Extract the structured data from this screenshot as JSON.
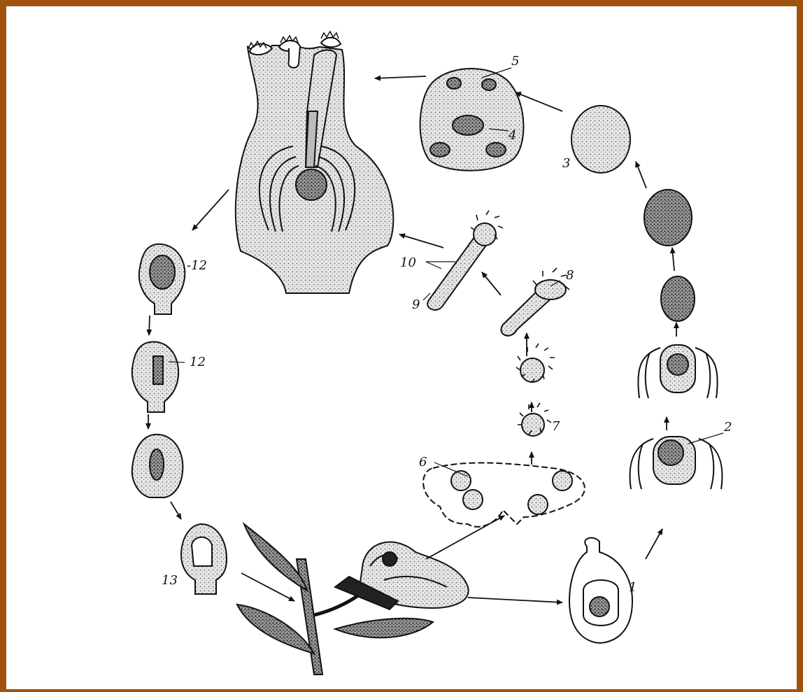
{
  "colors": {
    "frame": "#a0520f",
    "ink": "#111111",
    "stipple": "#dedede",
    "paper": "#ffffff"
  },
  "labels": {
    "l1": "1",
    "l2": "2",
    "l3": "3",
    "l4": "4",
    "l5": "5",
    "l6": "6",
    "l7": "7",
    "l8": "8",
    "l9": "9",
    "l10": "10",
    "l12a": "-12",
    "l12b": "12",
    "l13": "13"
  }
}
